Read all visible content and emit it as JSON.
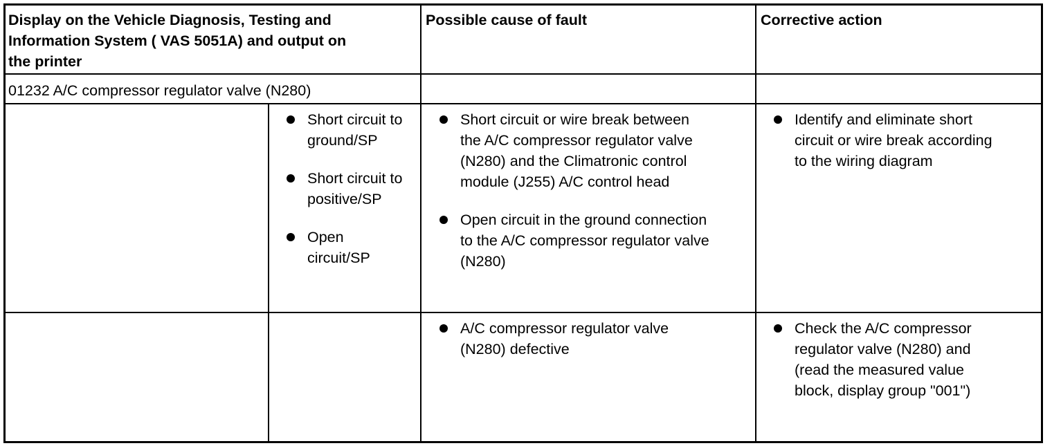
{
  "table": {
    "headers": {
      "display": "Display on the Vehicle Diagnosis, Testing and\nInformation System ( VAS 5051A) and output on\nthe printer",
      "cause": "Possible cause of fault",
      "action": "Corrective action"
    },
    "fault_code_row": {
      "text": "01232 A/C compressor regulator valve (N280)"
    },
    "row1": {
      "symptoms": [
        "Short circuit to\nground/SP",
        "Short circuit to\npositive/SP",
        "Open\ncircuit/SP"
      ],
      "causes": [
        "Short circuit or wire break between\nthe A/C compressor regulator valve\n(N280) and the Climatronic control\nmodule (J255) A/C control head",
        "Open circuit in the ground connection\nto the A/C compressor regulator valve\n(N280)"
      ],
      "actions": [
        "Identify and eliminate short\ncircuit or wire break according\nto the wiring diagram"
      ]
    },
    "row2": {
      "causes": [
        "A/C compressor regulator valve\n(N280) defective"
      ],
      "actions": [
        "Check the A/C compressor\nregulator valve (N280) and\n(read the measured value\nblock, display group \"001\")"
      ]
    }
  }
}
